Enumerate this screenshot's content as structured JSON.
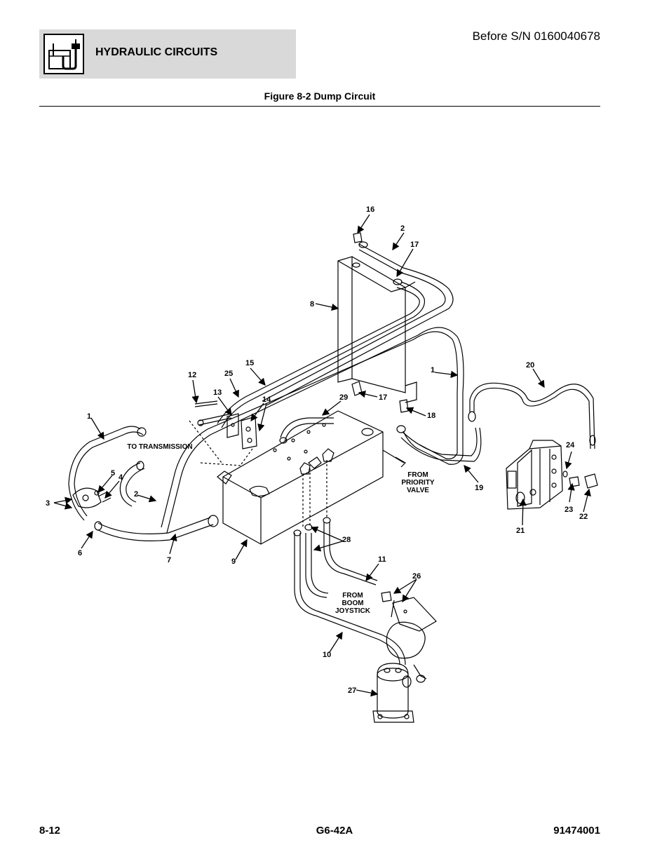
{
  "header": {
    "section_title": "HYDRAULIC CIRCUITS",
    "serial_note": "Before S/N 0160040678",
    "section_icon": "hydraulic-reservoir-icon"
  },
  "figure": {
    "title": "Figure 8-2 Dump Circuit",
    "callouts": {
      "c1a": "1",
      "c1b": "1",
      "c2a": "2",
      "c2b": "2",
      "c3": "3",
      "c4": "4",
      "c5": "5",
      "c6": "6",
      "c7": "7",
      "c8": "8",
      "c9": "9",
      "c10": "10",
      "c11": "11",
      "c12": "12",
      "c13": "13",
      "c14": "14",
      "c15": "15",
      "c16": "16",
      "c17a": "17",
      "c17b": "17",
      "c18": "18",
      "c19": "19",
      "c20": "20",
      "c21": "21",
      "c22": "22",
      "c23": "23",
      "c24": "24",
      "c25": "25",
      "c26": "26",
      "c27": "27",
      "c28": "28",
      "c29": "29"
    },
    "notes": {
      "to_transmission": "TO TRANSMISSION",
      "from_priority_1": "FROM",
      "from_priority_2": "PRIORITY",
      "from_priority_3": "VALVE",
      "from_boom_1": "FROM",
      "from_boom_2": "BOOM",
      "from_boom_3": "JOYSTICK"
    }
  },
  "footer": {
    "page": "8-12",
    "model": "G6-42A",
    "doc_number": "91474001"
  }
}
